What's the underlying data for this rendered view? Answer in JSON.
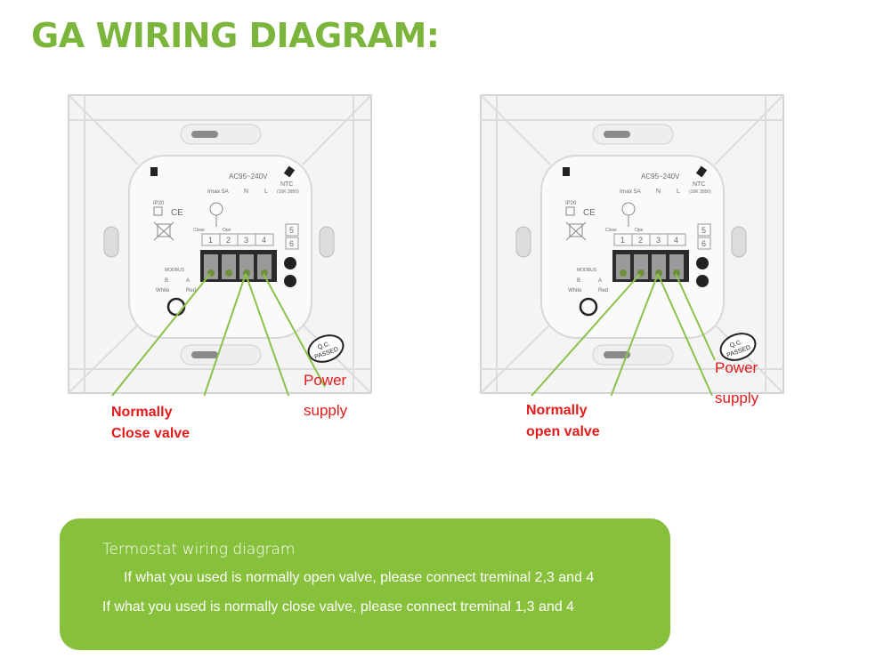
{
  "title": "GA WIRING DIAGRAM:",
  "colors": {
    "accent": "#7cb53b",
    "label_red": "#e21a1a",
    "box": "#87c13c",
    "wire": "#8bc24a"
  },
  "device_print": {
    "voltage": "AC95~240V",
    "imax": "Imax 5A",
    "n": "N",
    "l": "L",
    "ntc": "NTC",
    "ntc_spec": "(10K 3950)",
    "ip": "IP20",
    "ce": "CE",
    "close": "Close",
    "ope": "Ope",
    "t1": "1",
    "t2": "2",
    "t3": "3",
    "t4": "4",
    "t5": "5",
    "t6": "6",
    "modbus": "MODBUS",
    "b": "B",
    "a": "A",
    "white": "White",
    "red": "Red",
    "qc1": "Q.C.",
    "qc2": "PASSED"
  },
  "left": {
    "label_valve_1": "Normally",
    "label_valve_2": "Close valve",
    "label_power_1": "Power",
    "label_power_2": "supply"
  },
  "right": {
    "label_valve_1": "Normally",
    "label_valve_2": "open valve",
    "label_power_1": "Power",
    "label_power_2": "supply"
  },
  "instructions": {
    "title": "Termostat wiring diagram",
    "line1": "If what you used is normally open valve, please connect treminal 2,3 and 4",
    "line2": "If what you used is normally close valve, please connect treminal 1,3 and 4"
  }
}
